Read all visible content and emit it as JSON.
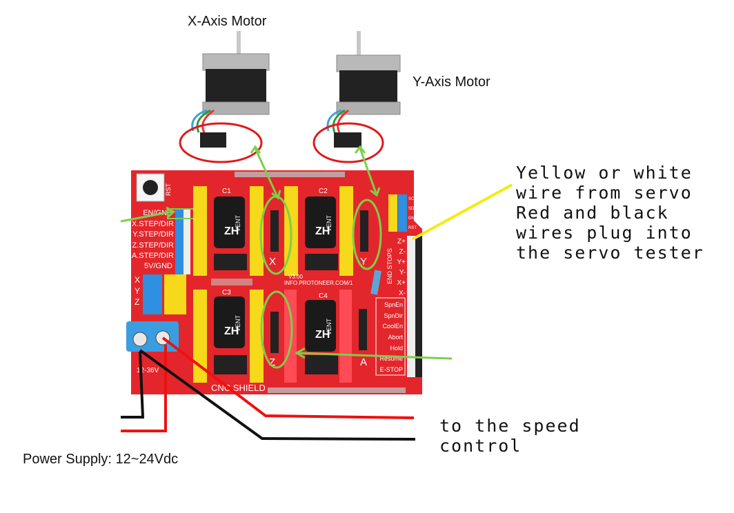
{
  "labels": {
    "x_motor": "X-Axis Motor",
    "y_motor": "Y-Axis Motor",
    "servo_note": [
      "Yellow or white",
      "wire from servo",
      "Red and black",
      "wires plug into",
      "the servo tester"
    ],
    "speed_note": [
      "to the speed",
      "control"
    ],
    "power_supply": "Power Supply: 12~24Vdc"
  },
  "board": {
    "name": "CNC SHIELD",
    "version": "V3.00",
    "url": "INFO.PROTONEER.COM/1",
    "left_pins": [
      "EN/GND",
      "X.STEP/DIR",
      "Y.STEP/DIR",
      "Z.STEP/DIR",
      "A.STEP/DIR",
      "5V/GND"
    ],
    "axis_rows": [
      "X",
      "Y",
      "Z"
    ],
    "driver_slots": [
      "X",
      "Y",
      "Z",
      "A"
    ],
    "capacitors": [
      "C1",
      "C2",
      "C3",
      "C4"
    ],
    "capacitor_brand": "ZH",
    "capacitor_sub": "VENT",
    "i2c_pins": [
      "SCL",
      "SDA",
      "GND",
      "RST"
    ],
    "endstops_title": "END STOPS",
    "endstops": [
      "Z+",
      "Z-",
      "Y+",
      "Y-",
      "X+",
      "X-"
    ],
    "control_pins": [
      "SpnEn",
      "SpnDir",
      "CoolEn",
      "Abort",
      "Hold",
      "Resume",
      "E-STOP"
    ],
    "reset_label": "RST",
    "power_label": "12-36V"
  },
  "colors": {
    "board": "#e3262b",
    "header_yellow": "#f5d91a",
    "header_blue": "#2f8fe0",
    "circle_red": "#e01818",
    "annotation_green": "#7ccf4a",
    "arrow_yellow": "#f2ec12",
    "terminal_blue": "#3a9de0"
  }
}
